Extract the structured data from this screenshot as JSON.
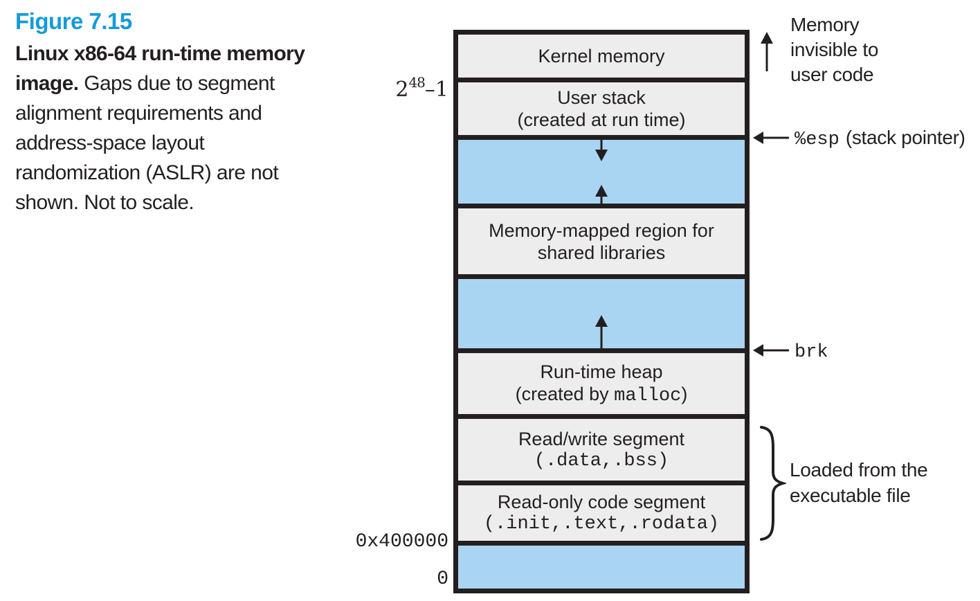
{
  "figure_caption": {
    "number": "Figure 7.15",
    "title_bold": "Linux x86-64 run-time memory image.",
    "body": "Gaps due to segment alignment requirements and address-space layout randomization (ASLR) are not shown. Not to scale."
  },
  "colors": {
    "accent_blue": "#149bd8",
    "segment_gray": "#ededee",
    "segment_blue": "#a9d5f2",
    "ink": "#231f20"
  },
  "address_labels": {
    "top_base": "2",
    "top_exponent": "48",
    "top_tail": "–1",
    "code_start": "0x400000",
    "zero": "0"
  },
  "memory_segments": [
    {
      "kind": "gray",
      "lines": [
        {
          "text": "Kernel memory"
        }
      ]
    },
    {
      "kind": "gray",
      "lines": [
        {
          "text": "User stack"
        },
        {
          "text": "(created at run time)"
        }
      ]
    },
    {
      "kind": "blue",
      "lines": [],
      "arrows": [
        "down",
        "up"
      ]
    },
    {
      "kind": "gray",
      "lines": [
        {
          "text": "Memory-mapped region for"
        },
        {
          "text": "shared libraries"
        }
      ]
    },
    {
      "kind": "blue",
      "lines": [],
      "arrows": [
        "up"
      ]
    },
    {
      "kind": "gray",
      "lines": [
        {
          "text": "Run-time heap"
        },
        {
          "pre": "(created by ",
          "mono": "malloc",
          "post": ")"
        }
      ]
    },
    {
      "kind": "gray",
      "lines": [
        {
          "text": "Read/write segment"
        },
        {
          "mono": "(.data,.bss)"
        }
      ]
    },
    {
      "kind": "gray",
      "lines": [
        {
          "text": "Read-only code segment"
        },
        {
          "mono": "(.init,.text,.rodata)"
        }
      ]
    },
    {
      "kind": "blue",
      "lines": []
    }
  ],
  "side_annotations": {
    "kernel_note_lines": [
      "Memory",
      "invisible to",
      "user code"
    ],
    "esp_mono": "%esp",
    "esp_rest": "(stack pointer)",
    "brk_mono": "brk",
    "loaded_lines": [
      "Loaded from the",
      "executable file"
    ]
  }
}
